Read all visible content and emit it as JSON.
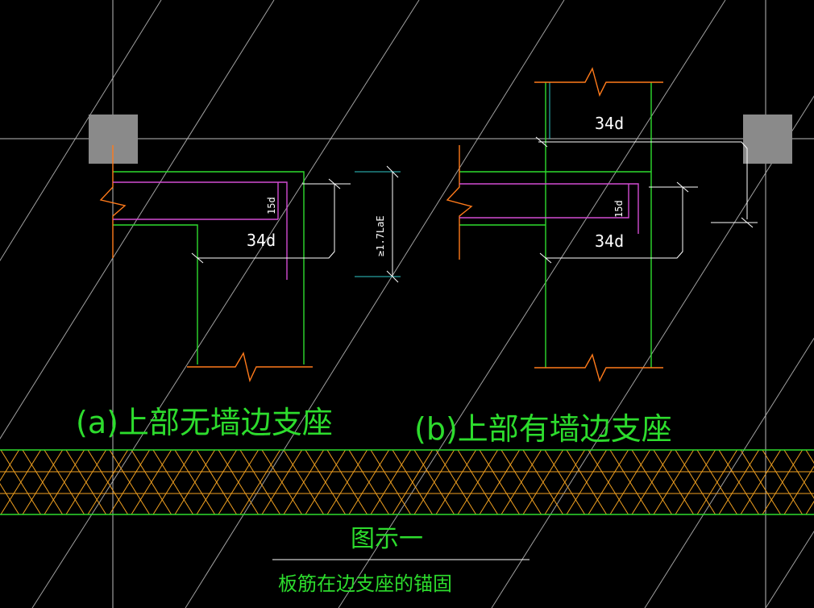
{
  "colors": {
    "background": "#000000",
    "grid": "#bdbdbd",
    "structure": "#2ddc2d",
    "rebar": "#d24cd2",
    "break": "#ff7a1a",
    "dimension": "#ffffff",
    "aux": "#31c8c8",
    "hatch": "#f0a020",
    "block": "#8a8a8a"
  },
  "detail_a": {
    "caption": "(a)上部无墙边支座",
    "dim_anchor": "34d",
    "dim_hook": "15d",
    "dim_height": "≥1.7LaE"
  },
  "detail_b": {
    "caption": "(b)上部有墙边支座",
    "dim_top": "34d",
    "dim_anchor": "34d",
    "dim_hook": "15d"
  },
  "figure": {
    "title": "图示一",
    "subtitle": "板筋在边支座的锚固"
  }
}
